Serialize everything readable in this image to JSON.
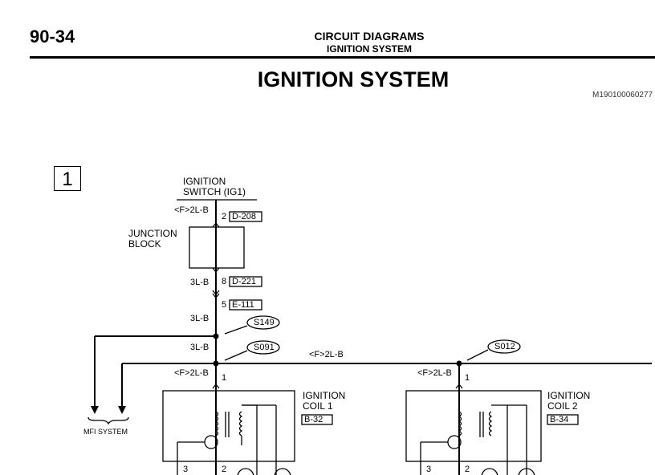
{
  "header": {
    "page_number": "90-34",
    "section": "CIRCUIT DIAGRAMS",
    "subsection": "IGNITION SYSTEM",
    "title": "IGNITION SYSTEM",
    "code": "M190100060277"
  },
  "diagram": {
    "box_number": "1",
    "ignition_switch": [
      "IGNITION",
      "SWITCH (IG1)"
    ],
    "junction_block": [
      "JUNCTION",
      "BLOCK"
    ],
    "mfi_system": "MFI SYSTEM",
    "coil1": [
      "IGNITION",
      "COIL 1"
    ],
    "coil2": [
      "IGNITION",
      "COIL 2"
    ],
    "connectors": {
      "d208": "D-208",
      "d221": "D-221",
      "e111": "E-111",
      "b32": "B-32",
      "b34": "B-34"
    },
    "splices": {
      "s149": "S149",
      "s091": "S091",
      "s012": "S012"
    },
    "wires": {
      "f2lb": "<F>2L-B",
      "l3b": "3L-B"
    },
    "pins": {
      "p2": "2",
      "p8": "8",
      "p5": "5",
      "p1": "1",
      "p3": "3"
    }
  }
}
